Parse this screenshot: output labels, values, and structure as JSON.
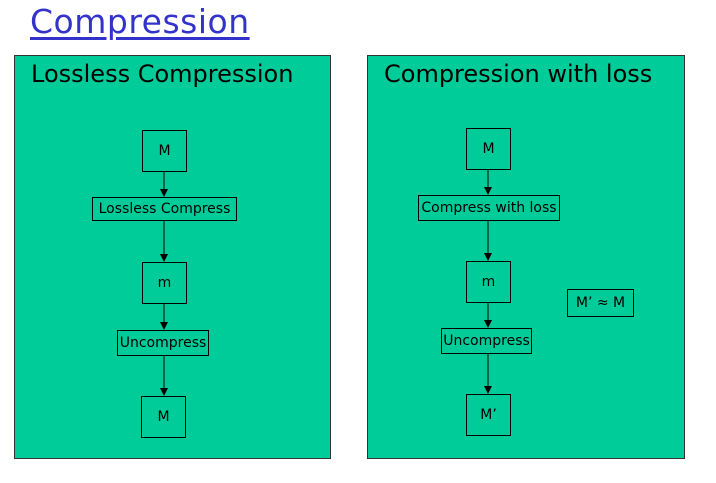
{
  "title": "Compression",
  "left_panel": {
    "title": "Lossless Compression",
    "nodes": [
      "M",
      "Lossless Compress",
      "m",
      "Uncompress",
      "M"
    ]
  },
  "right_panel": {
    "title": "Compression with loss",
    "nodes": [
      "M",
      "Compress with loss",
      "m",
      "Uncompress",
      "M’"
    ],
    "note": "M’ ≈ M"
  },
  "colors": {
    "panel": "#00cc99",
    "title": "#3333cc"
  }
}
